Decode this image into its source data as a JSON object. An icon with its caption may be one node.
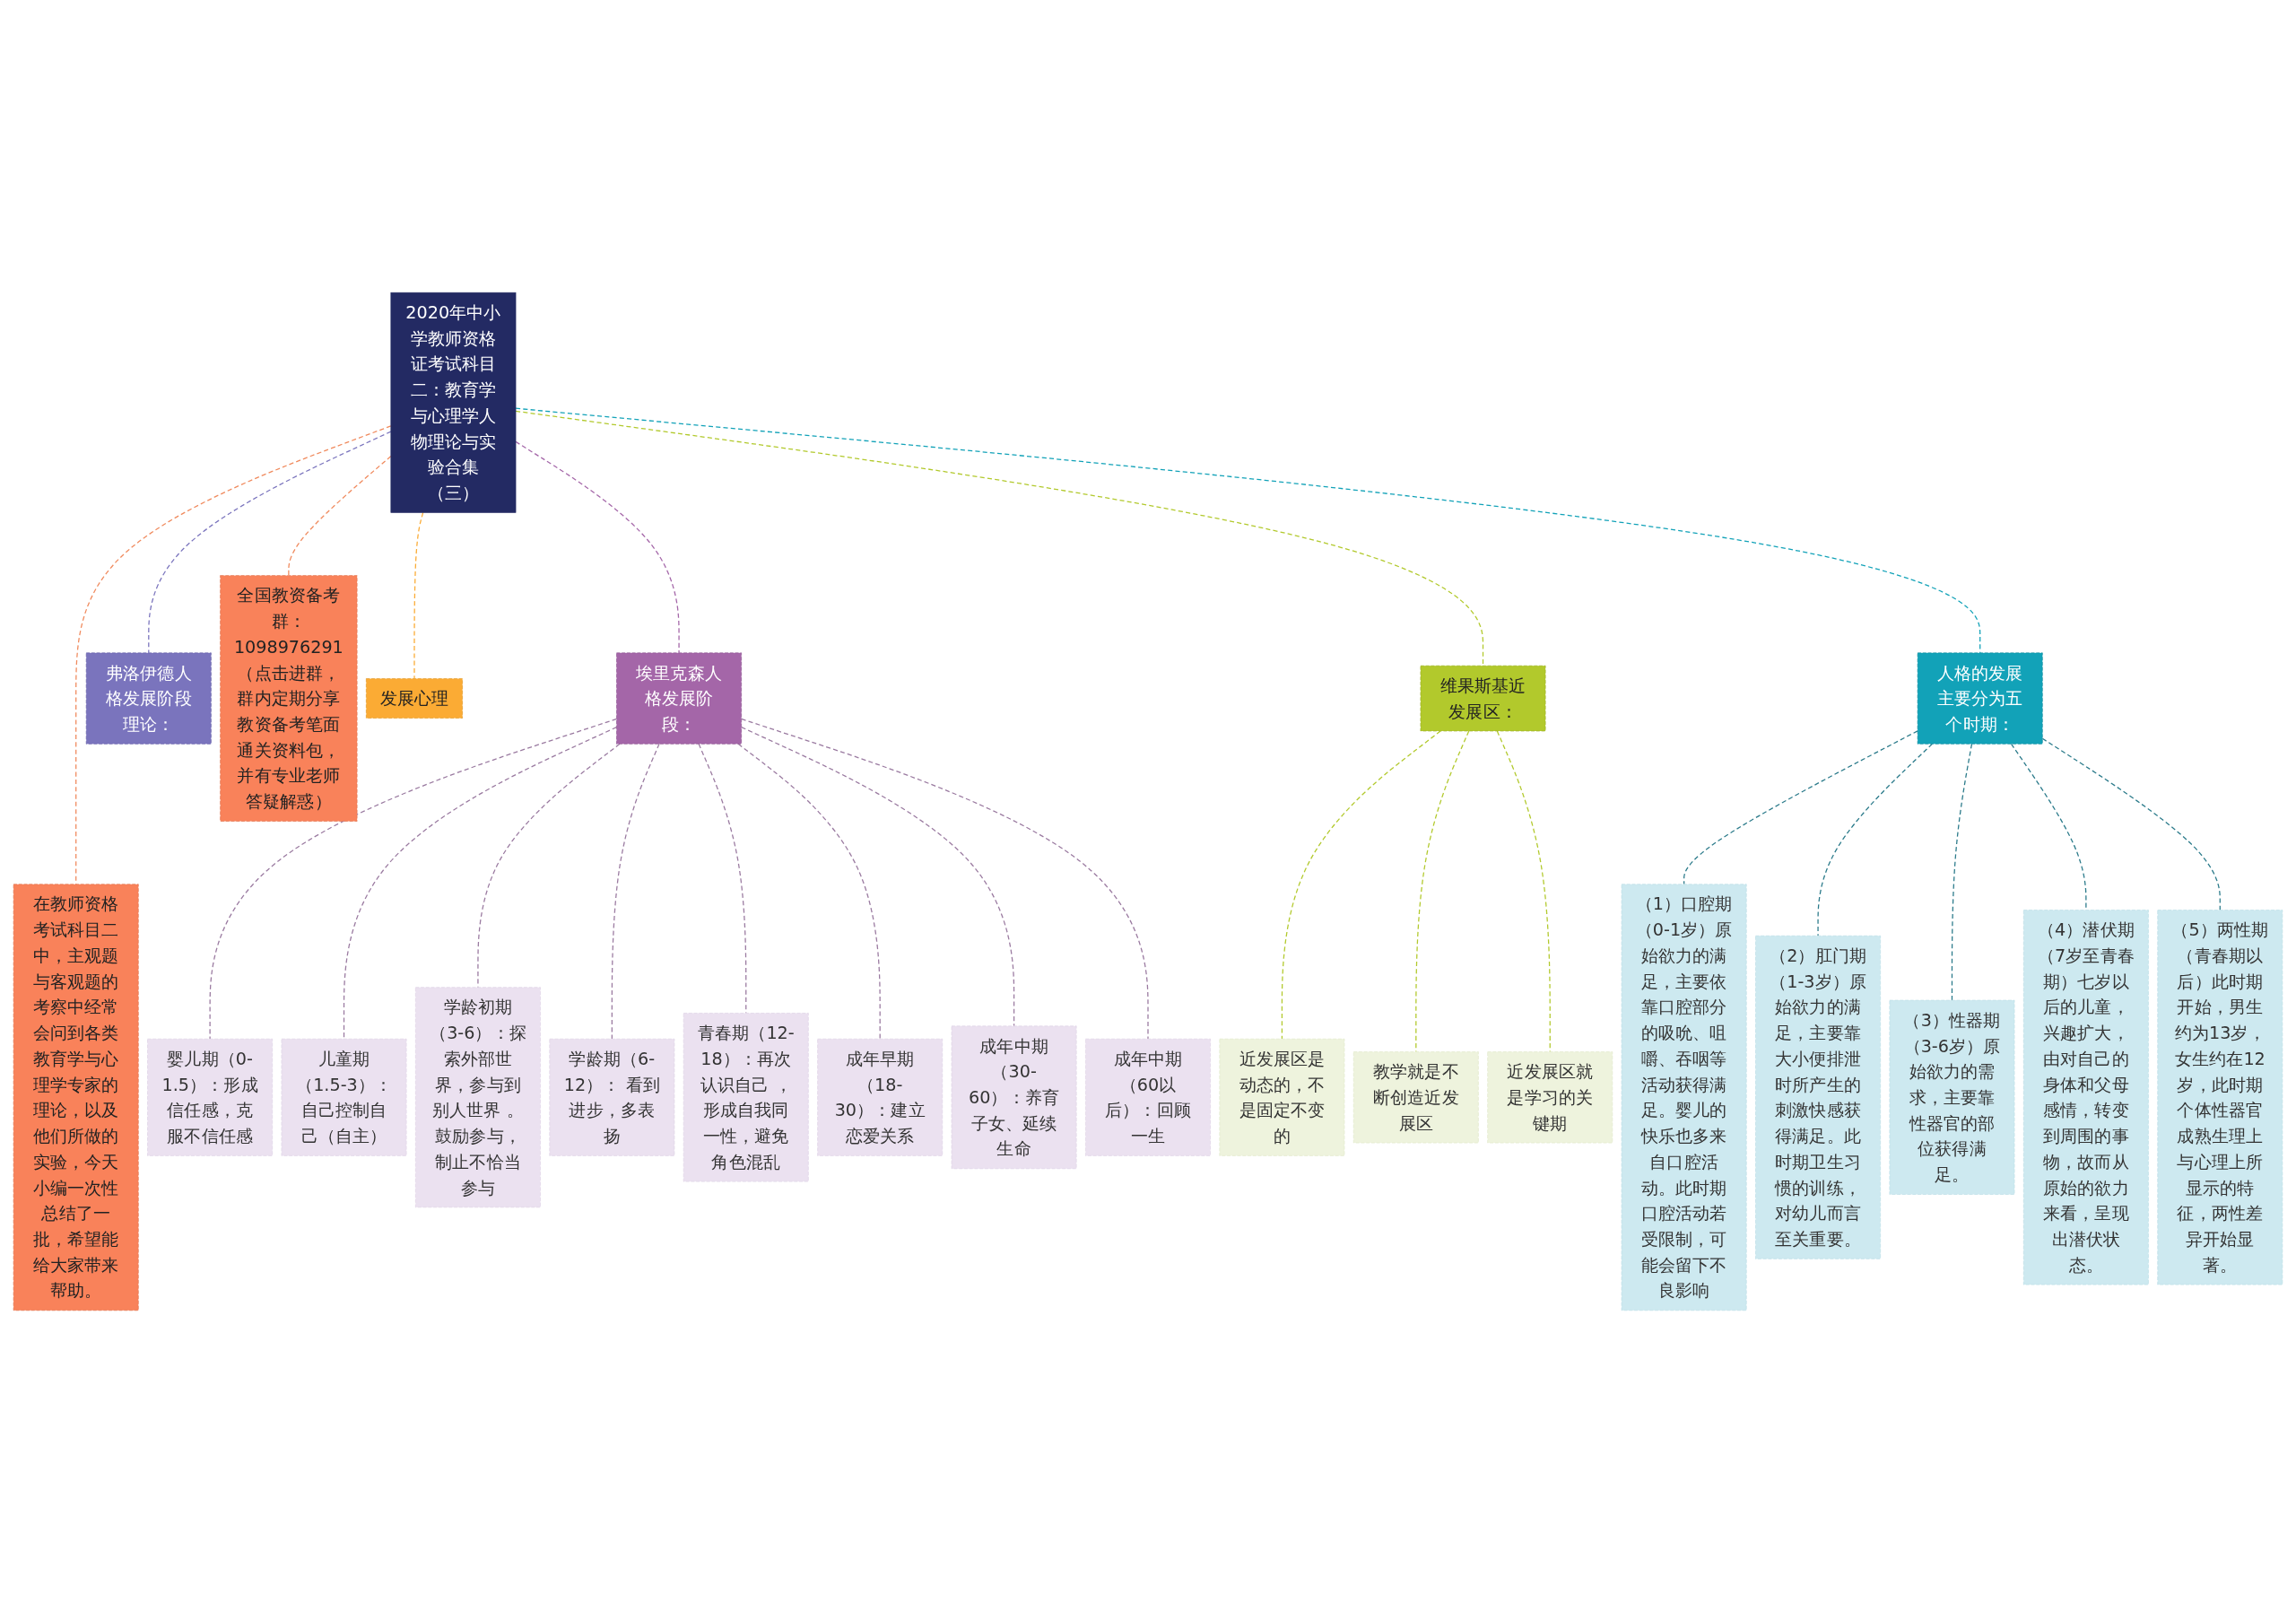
{
  "diagram": {
    "nodes": [
      {
        "text": [
          "2020年中小学教师资格证考试科目二：教育学与心理学人物理论与实验合集（三）"
        ]
      },
      {
        "text": [
          "在教师资格考试科目二中，主观题与客观题的考察中经常会问到各类教育学与心理学专家的理论，以及他们所做的实验，今天小编一次性总结了一批，希望能给大家带来帮助。"
        ]
      },
      {
        "text": [
          "埃里克森人格发展阶段："
        ]
      },
      {
        "text": [
          "婴儿期（0-1.5）：形成信任感，克服不信任感"
        ]
      },
      {
        "text": [
          "儿童期（1.5-3）：自己控制自己（自主）"
        ]
      },
      {
        "text": [
          "学龄初期（3-6）：探索外部世界，参与到别人世界 。鼓励参与，制止不恰当参与"
        ]
      },
      {
        "text": [
          "学龄期（6-12）： 看到进步，多表扬"
        ]
      },
      {
        "text": [
          "青春期（12-18）：再次认识自己 ，形成自我同一性，避免角色混乱"
        ]
      },
      {
        "text": [
          "成年早期（18-30）：建立恋爱关系"
        ]
      },
      {
        "text": [
          "成年中期（30-60）：养育子女、延续生命"
        ]
      },
      {
        "text": [
          "成年中期（60以后）：回顾一生"
        ]
      },
      {
        "text": [
          "弗洛伊德人格发展阶段理论："
        ]
      },
      {
        "text": [
          "全国教资备考群：1098976291（点击进群，群内定期分享教资备考笔面通关资料包，并有专业老师答疑解惑）"
        ]
      },
      {
        "text": [
          "发展心理"
        ]
      },
      {
        "text": [
          "维果斯基近发展区："
        ]
      },
      {
        "text": [
          "近发展区是动态的，不是固定不变的"
        ]
      },
      {
        "text": [
          "教学就是不断创造近发展区"
        ]
      },
      {
        "text": [
          "近发展区就是学习的关键期"
        ]
      },
      {
        "text": [
          "人格的发展主要分为五个时期："
        ]
      },
      {
        "text": [
          "（1）口腔期（0-1岁）原始欲力的满足，主要依靠口腔部分的吸吮、咀嚼、吞咽等活动获得满足。婴儿的快乐也多来自口腔活动。此时期口腔活动若受限制，可能会留下不良影响"
        ]
      },
      {
        "text": [
          "（2）肛门期（1-3岁）原始欲力的满足，主要靠大小便排泄时所产生的刺激快感获得满足。此时期卫生习惯的训练，对幼儿而言至关重要。"
        ]
      },
      {
        "text": [
          "（3）性器期（3-6岁）原始欲力的需求，主要靠性器官的部位获得满足。"
        ]
      },
      {
        "text": [
          "（4）潜伏期（7岁至青春期）七岁以后的儿童，兴趣扩大，由对自己的身体和父母感情，转变到周围的事物，故而从原始的欲力来看，呈现出潜伏状态。"
        ]
      },
      {
        "text": [
          "（5）两性期（青春期以后）此时期开始，男生约为13岁，女生约在12岁，此时期个体性器官成熟生理上与心理上所显示的特征，两性差异开始显著。"
        ]
      }
    ],
    "edges": [
      {
        "from": 0,
        "to": 1,
        "arrow": "none",
        "style": "dashed",
        "color": "#f08a5d"
      },
      {
        "from": 0,
        "to": 2,
        "arrow": "none",
        "style": "dashed",
        "color": "#a466a8"
      },
      {
        "from": 2,
        "to": 3,
        "arrow": "none",
        "style": "dashed",
        "color": "#9a7aa0"
      },
      {
        "from": 2,
        "to": 4,
        "arrow": "none",
        "style": "dashed",
        "color": "#9a7aa0"
      },
      {
        "from": 2,
        "to": 5,
        "arrow": "none",
        "style": "dashed",
        "color": "#9a7aa0"
      },
      {
        "from": 2,
        "to": 6,
        "arrow": "none",
        "style": "dashed",
        "color": "#9a7aa0"
      },
      {
        "from": 2,
        "to": 7,
        "arrow": "none",
        "style": "dashed",
        "color": "#9a7aa0"
      },
      {
        "from": 2,
        "to": 8,
        "arrow": "none",
        "style": "dashed",
        "color": "#9a7aa0"
      },
      {
        "from": 2,
        "to": 9,
        "arrow": "none",
        "style": "dashed",
        "color": "#9a7aa0"
      },
      {
        "from": 2,
        "to": 10,
        "arrow": "none",
        "style": "dashed",
        "color": "#9a7aa0"
      },
      {
        "from": 0,
        "to": 11,
        "arrow": "none",
        "style": "dashed",
        "color": "#7a74bd"
      },
      {
        "from": 0,
        "to": 12,
        "arrow": "none",
        "style": "dashed",
        "color": "#f08a5d"
      },
      {
        "from": 0,
        "to": 13,
        "arrow": "none",
        "style": "dashed",
        "color": "#fbab34"
      },
      {
        "from": 0,
        "to": 14,
        "arrow": "none",
        "style": "dashed",
        "color": "#b2c92c"
      },
      {
        "from": 14,
        "to": 15,
        "arrow": "none",
        "style": "dashed",
        "color": "#b2c92c"
      },
      {
        "from": 14,
        "to": 16,
        "arrow": "none",
        "style": "dashed",
        "color": "#b2c92c"
      },
      {
        "from": 14,
        "to": 17,
        "arrow": "none",
        "style": "dashed",
        "color": "#b2c92c"
      },
      {
        "from": 0,
        "to": 18,
        "arrow": "none",
        "style": "dashed",
        "color": "#12a2b8"
      },
      {
        "from": 18,
        "to": 19,
        "arrow": "none",
        "style": "dashed",
        "color": "#2a7a8a"
      },
      {
        "from": 18,
        "to": 20,
        "arrow": "none",
        "style": "dashed",
        "color": "#2a7a8a"
      },
      {
        "from": 18,
        "to": 21,
        "arrow": "none",
        "style": "dashed",
        "color": "#2a7a8a"
      },
      {
        "from": 18,
        "to": 22,
        "arrow": "none",
        "style": "dashed",
        "color": "#2a7a8a"
      },
      {
        "from": 18,
        "to": 23,
        "arrow": "none",
        "style": "dashed",
        "color": "#2a7a8a"
      }
    ]
  }
}
